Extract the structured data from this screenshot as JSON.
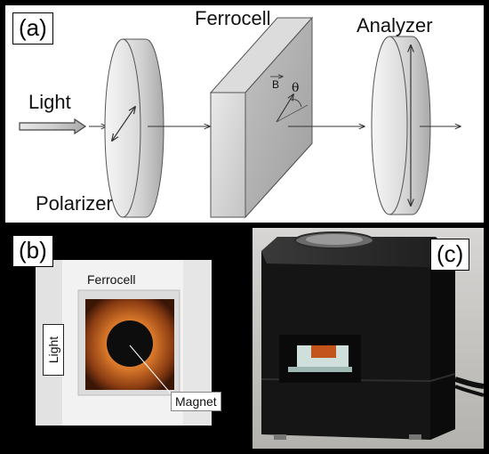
{
  "panel_a": {
    "label": "(a)",
    "light": "Light",
    "polarizer": "Polarizer",
    "ferrocell": "Ferrocell",
    "analyzer": "Analyzer",
    "b_vector": "B",
    "theta": "θ"
  },
  "panel_b": {
    "label": "(b)",
    "ferrocell": "Ferrocell",
    "light": "Light",
    "magnet": "Magnet"
  },
  "panel_c": {
    "label": "(c)"
  }
}
